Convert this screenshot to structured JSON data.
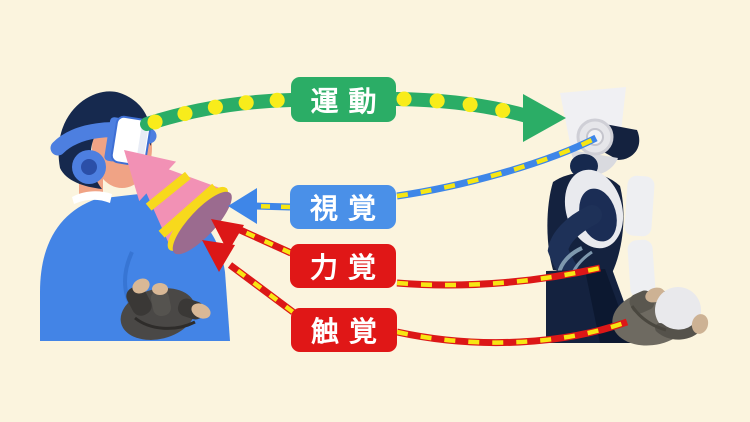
{
  "background_color": "#FBF4DE",
  "diagram": {
    "kind": "vr-robot-teleoperation-senses",
    "left_figure": "vr-user-with-headset-and-haptic-glove",
    "right_figure": "robot-with-camera-holding-ball",
    "accent_yellow": "#F7E613",
    "cone_color": "#F291B5",
    "channels": [
      {
        "id": "motion",
        "label": "運動",
        "color": "#2BAD66",
        "direction": "user-to-robot",
        "line_style": "green-band-yellow-dots"
      },
      {
        "id": "vision",
        "label": "視覚",
        "color": "#4A90E8",
        "direction": "robot-to-user",
        "line_style": "blue-yellow-dashed"
      },
      {
        "id": "force",
        "label": "力覚",
        "color": "#E01717",
        "direction": "robot-to-user",
        "line_style": "red-yellow-dashed"
      },
      {
        "id": "touch",
        "label": "触覚",
        "color": "#E01717",
        "direction": "robot-to-user",
        "line_style": "red-yellow-dashed"
      }
    ]
  }
}
